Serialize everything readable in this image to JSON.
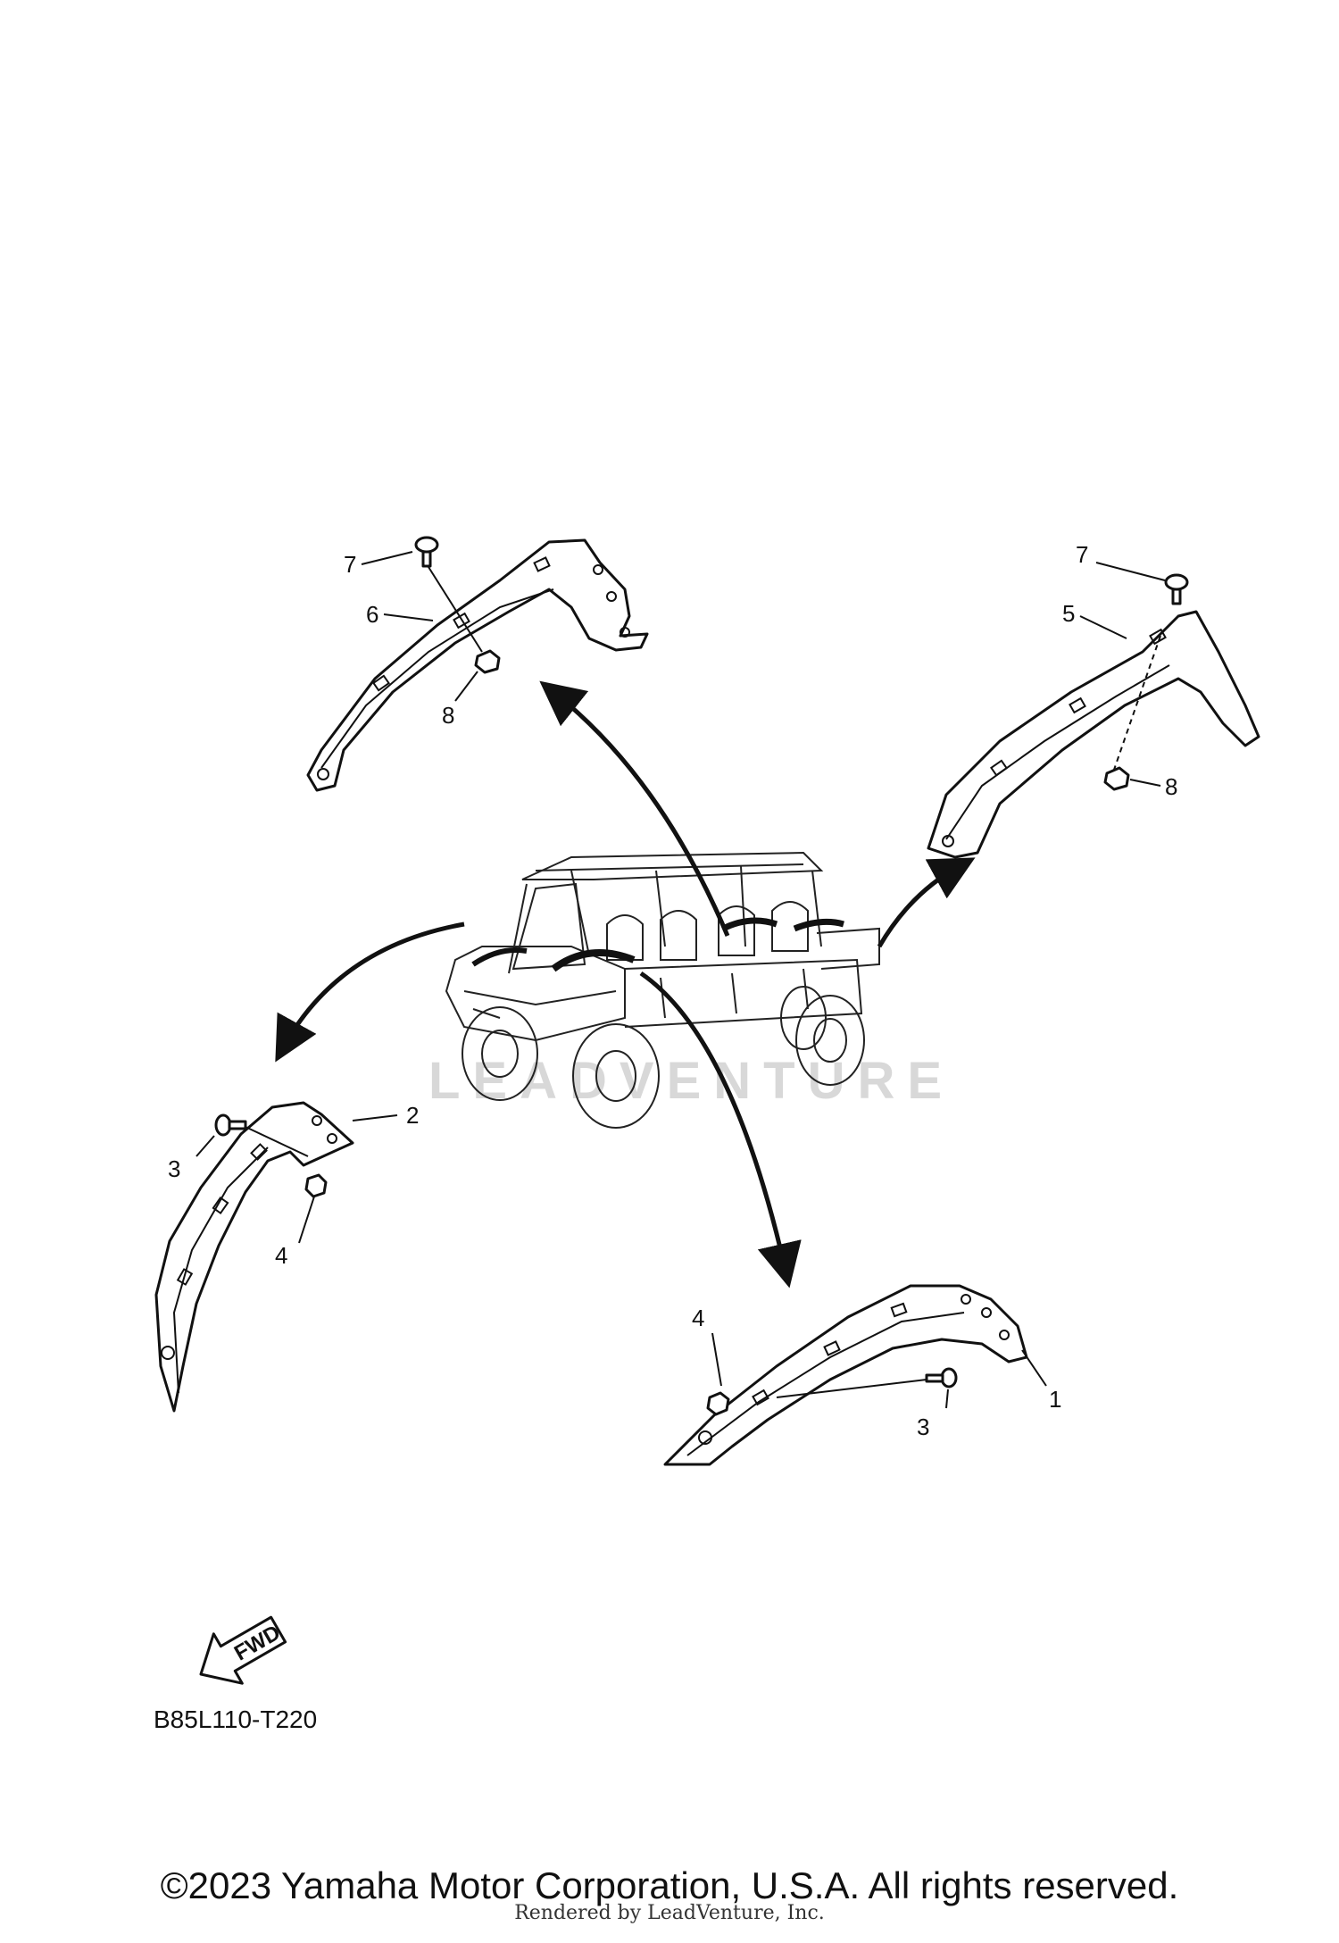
{
  "diagram": {
    "callouts": {
      "c1": "1",
      "c2": "2",
      "c3_left": "3",
      "c3_right": "3",
      "c4_left": "4",
      "c4_right": "4",
      "c5": "5",
      "c6": "6",
      "c7_left": "7",
      "c7_right": "7",
      "c8_left": "8",
      "c8_right": "8"
    },
    "fwd_label": "FWD",
    "diagram_code": "B85L110-T220",
    "watermark": "LEADVENTURE"
  },
  "footer": {
    "copyright": "©2023 Yamaha Motor Corporation, U.S.A. All rights reserved.",
    "rendered_by": "Rendered by LeadVenture, Inc."
  }
}
